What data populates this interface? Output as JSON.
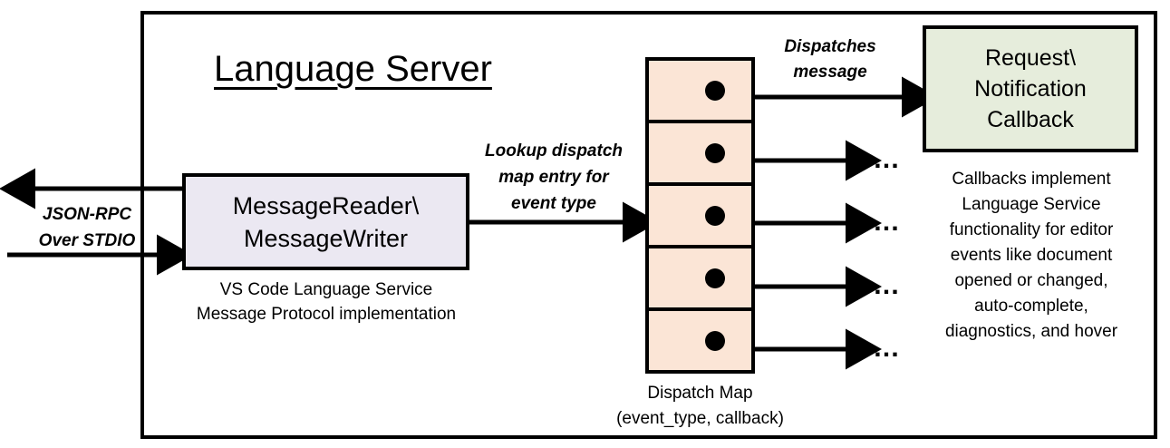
{
  "diagram": {
    "title": "Language Server",
    "container_name": "Language Server"
  },
  "external": {
    "channel_label_line1": "JSON-RPC",
    "channel_label_line2": "Over STDIO"
  },
  "message_io": {
    "box_line1": "MessageReader\\",
    "box_line2": "MessageWriter",
    "caption_line1": "VS Code Language Service",
    "caption_line2": "Message Protocol implementation",
    "fill_color": "#EBE8F2"
  },
  "lookup": {
    "line1": "Lookup dispatch",
    "line2": "map entry for",
    "line3": "event type"
  },
  "dispatch_map": {
    "caption_line1": "Dispatch Map",
    "caption_line2": "(event_type, callback)",
    "fill_color": "#FBE5D6",
    "rows": [
      {
        "dot": "entry-dot"
      },
      {
        "dot": "entry-dot"
      },
      {
        "dot": "entry-dot"
      },
      {
        "dot": "entry-dot"
      },
      {
        "dot": "entry-dot"
      }
    ],
    "row_continuations": [
      "…",
      "…",
      "…",
      "…"
    ]
  },
  "dispatch": {
    "label_line1": "Dispatches",
    "label_line2": "message"
  },
  "callback": {
    "box_line1": "Request\\",
    "box_line2": "Notification",
    "box_line3": "Callback",
    "fill_color": "#E6EDDC",
    "caption_line1": "Callbacks implement",
    "caption_line2": "Language Service",
    "caption_line3": "functionality for editor",
    "caption_line4": "events like document",
    "caption_line5": "opened or changed,",
    "caption_line6": "auto-complete,",
    "caption_line7": "diagnostics, and hover"
  },
  "colors": {
    "stroke": "#000000",
    "background": "#FFFFFF"
  }
}
